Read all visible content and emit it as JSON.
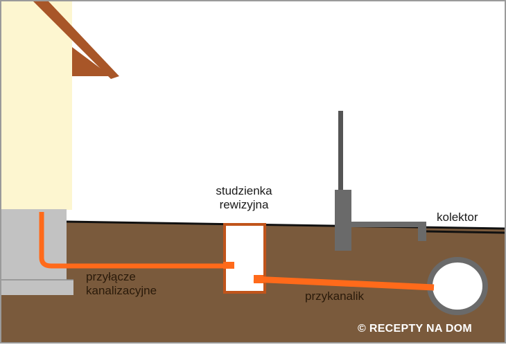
{
  "labels": {
    "studzienka_line1": "studzienka",
    "studzienka_line2": "rewizyjna",
    "kolektor": "kolektor",
    "przylacze_line1": "przyłącze",
    "przylacze_line2": "kanalizacyjne",
    "przykanalik": "przykanalik"
  },
  "watermark": "© RECEPTY NA DOM",
  "colors": {
    "soil": "#7a5a3c",
    "house_wall": "#fdf6d0",
    "roof": "#a85628",
    "foundation": "#c2c2c2",
    "pipe": "#ff6a1a",
    "vent_pipe": "#555555",
    "manhole": "#ffffff",
    "manhole_border": "#c0541b"
  }
}
